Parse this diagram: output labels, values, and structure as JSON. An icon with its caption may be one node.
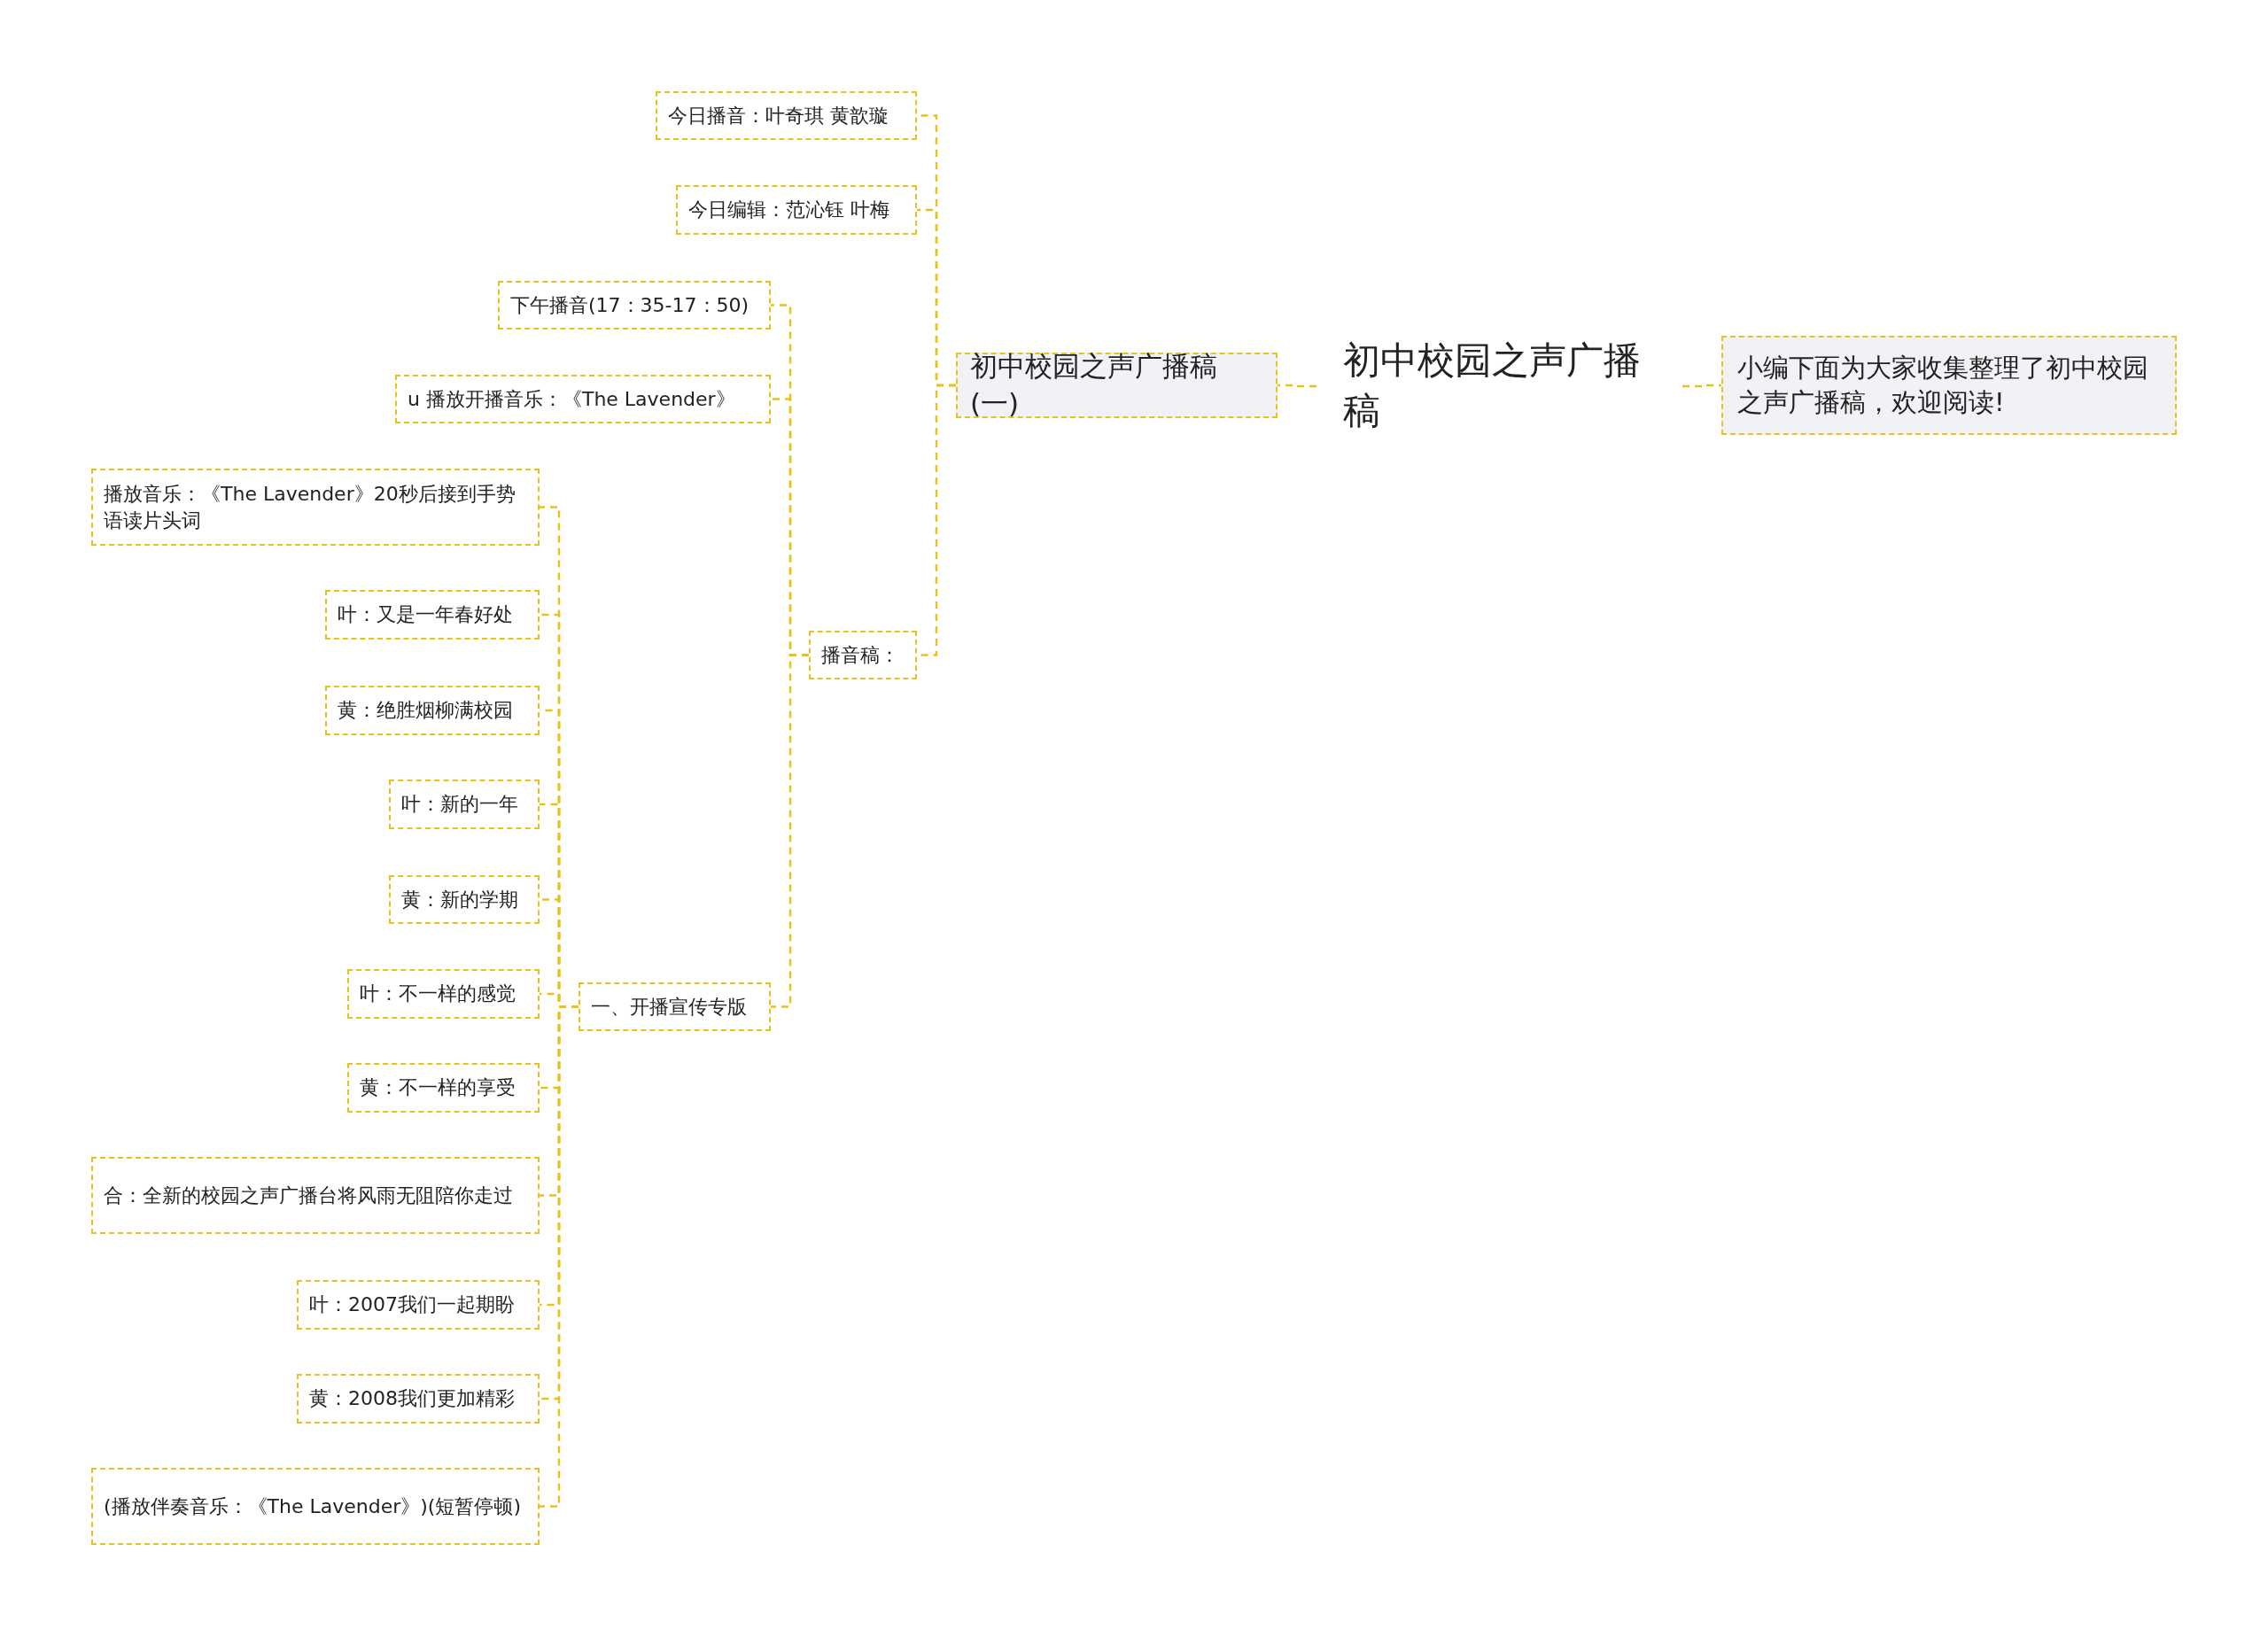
{
  "diagram": {
    "nodes": [
      {
        "text": [
          "初中校园之声广播稿"
        ]
      },
      {
        "text": [
          "小编下面为大家收集整理了初中校园之声广播稿，欢迎阅读!"
        ]
      },
      {
        "text": [
          "初中校园之声广播稿(一)"
        ]
      },
      {
        "text": [
          "今日播音：叶奇琪 黄歆璇"
        ]
      },
      {
        "text": [
          "今日编辑：范沁钰 叶梅"
        ]
      },
      {
        "text": [
          "播音稿："
        ]
      },
      {
        "text": [
          "下午播音(17：35-17：50)"
        ]
      },
      {
        "text": [
          "u 播放开播音乐：《The Lavender》"
        ]
      },
      {
        "text": [
          "一、开播宣传专版"
        ]
      },
      {
        "text": [
          "播放音乐：《The Lavender》20秒后接到手势语读片头词"
        ]
      },
      {
        "text": [
          "叶：又是一年春好处"
        ]
      },
      {
        "text": [
          "黄：绝胜烟柳满校园"
        ]
      },
      {
        "text": [
          "叶：新的一年"
        ]
      },
      {
        "text": [
          "黄：新的学期"
        ]
      },
      {
        "text": [
          "叶：不一样的感觉"
        ]
      },
      {
        "text": [
          "黄：不一样的享受"
        ]
      },
      {
        "text": [
          "合：全新的校园之声广播台将风雨无阻陪你走过"
        ]
      },
      {
        "text": [
          "叶：2007我们一起期盼"
        ]
      },
      {
        "text": [
          "黄：2008我们更加精彩"
        ]
      },
      {
        "text": [
          "(播放伴奏音乐：《The Lavender》)(短暂停顿)"
        ]
      }
    ],
    "edges": [
      {
        "from": 0,
        "to": 1,
        "arrow": "none"
      },
      {
        "from": 0,
        "to": 2,
        "arrow": "none"
      },
      {
        "from": 2,
        "to": 3,
        "arrow": "none"
      },
      {
        "from": 2,
        "to": 4,
        "arrow": "none"
      },
      {
        "from": 2,
        "to": 5,
        "arrow": "none"
      },
      {
        "from": 5,
        "to": 6,
        "arrow": "none"
      },
      {
        "from": 5,
        "to": 7,
        "arrow": "none"
      },
      {
        "from": 5,
        "to": 8,
        "arrow": "none"
      },
      {
        "from": 8,
        "to": 9,
        "arrow": "none"
      },
      {
        "from": 8,
        "to": 10,
        "arrow": "none"
      },
      {
        "from": 8,
        "to": 11,
        "arrow": "none"
      },
      {
        "from": 8,
        "to": 12,
        "arrow": "none"
      },
      {
        "from": 8,
        "to": 13,
        "arrow": "none"
      },
      {
        "from": 8,
        "to": 14,
        "arrow": "none"
      },
      {
        "from": 8,
        "to": 15,
        "arrow": "none"
      },
      {
        "from": 8,
        "to": 16,
        "arrow": "none"
      },
      {
        "from": 8,
        "to": 17,
        "arrow": "none"
      },
      {
        "from": 8,
        "to": 18,
        "arrow": "none"
      },
      {
        "from": 8,
        "to": 19,
        "arrow": "none"
      }
    ]
  }
}
